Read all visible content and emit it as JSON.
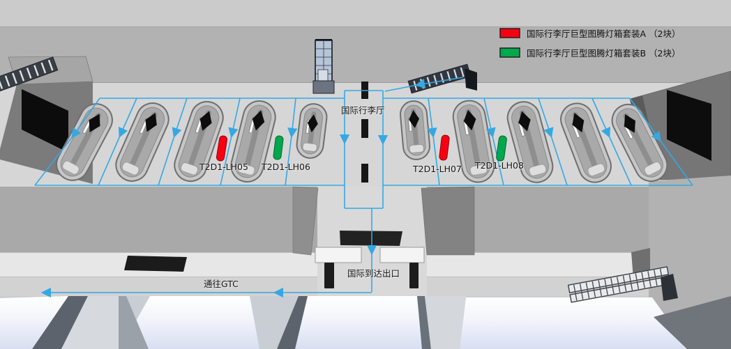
{
  "legend": {
    "items": [
      {
        "label": "国际行李厅巨型图腾灯箱套装A （2块）",
        "color": "#f80011"
      },
      {
        "label": "国际行李厅巨型图腾灯箱套装B （2块）",
        "color": "#00a84e"
      }
    ]
  },
  "labels": {
    "baggage_hall": "国际行李厅",
    "arrival_exit": "国际到达出口",
    "to_gtc": "通往GTC"
  },
  "lightboxes": [
    {
      "id": "T2D1-LH05",
      "set": "A",
      "color": "#f80011"
    },
    {
      "id": "T2D1-LH06",
      "set": "B",
      "color": "#00a84e"
    },
    {
      "id": "T2D1-LH07",
      "set": "A",
      "color": "#f80011"
    },
    {
      "id": "T2D1-LH08",
      "set": "B",
      "color": "#00a84e"
    }
  ],
  "flow": {
    "color": "#35a8e2"
  }
}
